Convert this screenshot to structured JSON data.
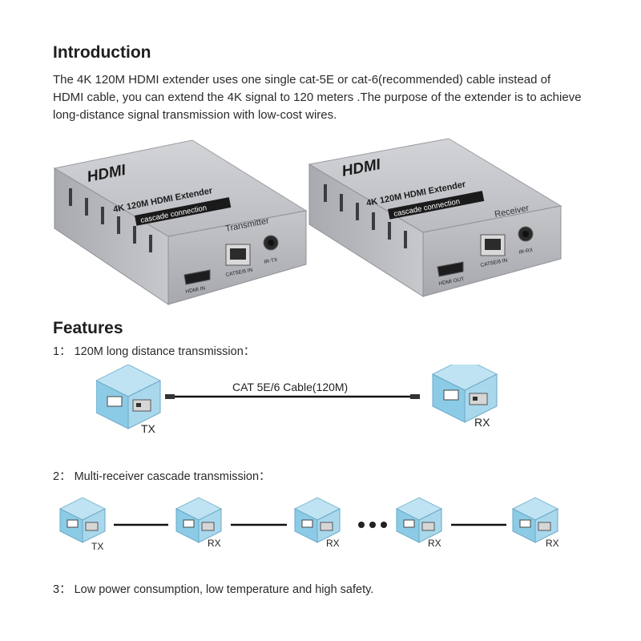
{
  "intro": {
    "title": "Introduction",
    "text": "The 4K 120M HDMI extender uses one single cat-5E or cat-6(recommended) cable instead of HDMI cable, you can extend the 4K signal to 120 meters .The purpose of the extender is to achieve long-distance signal transmission with low-cost wires."
  },
  "devices": {
    "tx": {
      "brand": "HDMI",
      "model": "4K 120M HDMI Extender",
      "tag": "cascade connection",
      "role": "Transmitter",
      "ports": [
        "HDMI IN",
        "CAT5E/6 IN",
        "IR-TX"
      ]
    },
    "rx": {
      "brand": "HDMI",
      "model": "4K 120M HDMI Extender",
      "tag": "cascade connection",
      "role": "Receiver",
      "ports": [
        "HDMI OUT",
        "CAT5E/6 IN",
        "IR-RX"
      ]
    }
  },
  "features": {
    "title": "Features",
    "item1": "1：  120M long distance transmission：",
    "cable_label": "CAT 5E/6 Cable(120M)",
    "tx_label": "TX",
    "rx_label": "RX",
    "item2": "2：  Multi-receiver cascade transmission：",
    "chain_labels": [
      "TX",
      "RX",
      "RX",
      "RX",
      "RX"
    ],
    "item3": "3：  Low power consumption, low temperature and high safety."
  }
}
